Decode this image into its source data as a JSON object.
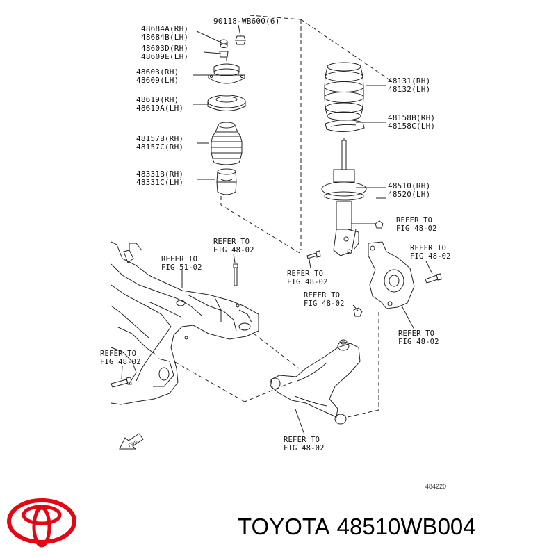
{
  "labels": {
    "nut_set": "90118-WB600(6)",
    "dust_cap_rh": "48684A(RH)",
    "dust_cap_lh": "48684B(LH)",
    "nut_rh": "48603D(RH)",
    "nut_lh": "48609E(LH)",
    "support_rh": "48603(RH)",
    "support_lh": "48609(LH)",
    "bearing_rh": "48619(RH)",
    "bearing_lh": "48619A(LH)",
    "boot_rh": "48157B(RH)",
    "boot_lh": "48157C(RH)",
    "bumper_rh": "48331B(RH)",
    "bumper_lh": "48331C(LH)",
    "spring_rh": "48131(RH)",
    "spring_lh": "48132(LH)",
    "insulator_rh": "48158B(RH)",
    "insulator_lh": "48158C(LH)",
    "absorber_rh": "48510(RH)",
    "absorber_lh": "48520(LH)"
  },
  "refer": {
    "r1": [
      "REFER TO",
      "FIG 48-02"
    ],
    "r2": [
      "REFER TO",
      "FIG 48-02"
    ],
    "r3": [
      "REFER TO",
      "FIG 48-02"
    ],
    "r4": [
      "REFER TO",
      "FIG 48-02"
    ],
    "r5": [
      "REFER TO",
      "FIG 48-02"
    ],
    "r6": [
      "REFER TO",
      "FIG 48-02"
    ],
    "r7": [
      "REFER TO",
      "FIG 48-02"
    ],
    "r8": [
      "REFER TO",
      "FIG 48-02"
    ],
    "r9": [
      "REFER TO",
      "FIG 51-02"
    ]
  },
  "fwd_mark": "FWD",
  "diagram_number": "484220",
  "brand": "TOYOTA",
  "part_number": "48510WB004",
  "colors": {
    "logo_red": "#e30613",
    "line": "#222222",
    "text": "#000000"
  },
  "icons": {
    "logo": "toyota-logo-icon",
    "forward": "fwd-arrow-icon"
  }
}
